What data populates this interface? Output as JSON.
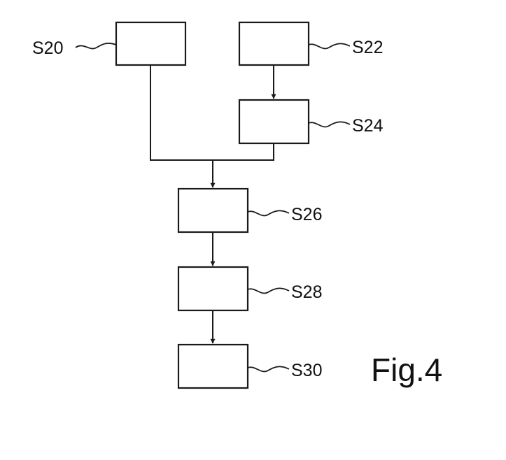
{
  "diagram": {
    "figure_label": "Fig.4",
    "steps": {
      "s20": "S20",
      "s22": "S22",
      "s24": "S24",
      "s26": "S26",
      "s28": "S28",
      "s30": "S30"
    }
  }
}
